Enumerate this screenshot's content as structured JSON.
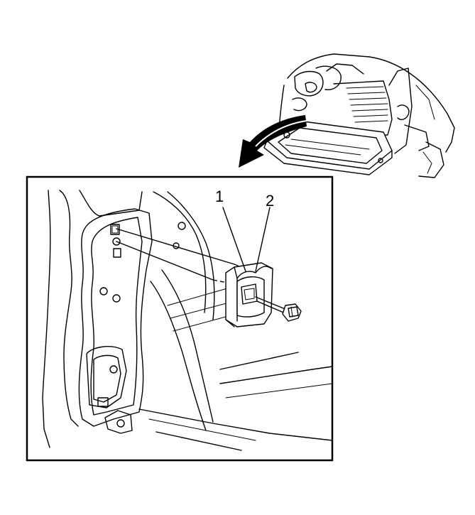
{
  "figure": {
    "callouts": [
      {
        "id": "1",
        "label": "1"
      },
      {
        "id": "2",
        "label": "2"
      }
    ],
    "colors": {
      "line": "#000000",
      "background": "#ffffff"
    }
  }
}
